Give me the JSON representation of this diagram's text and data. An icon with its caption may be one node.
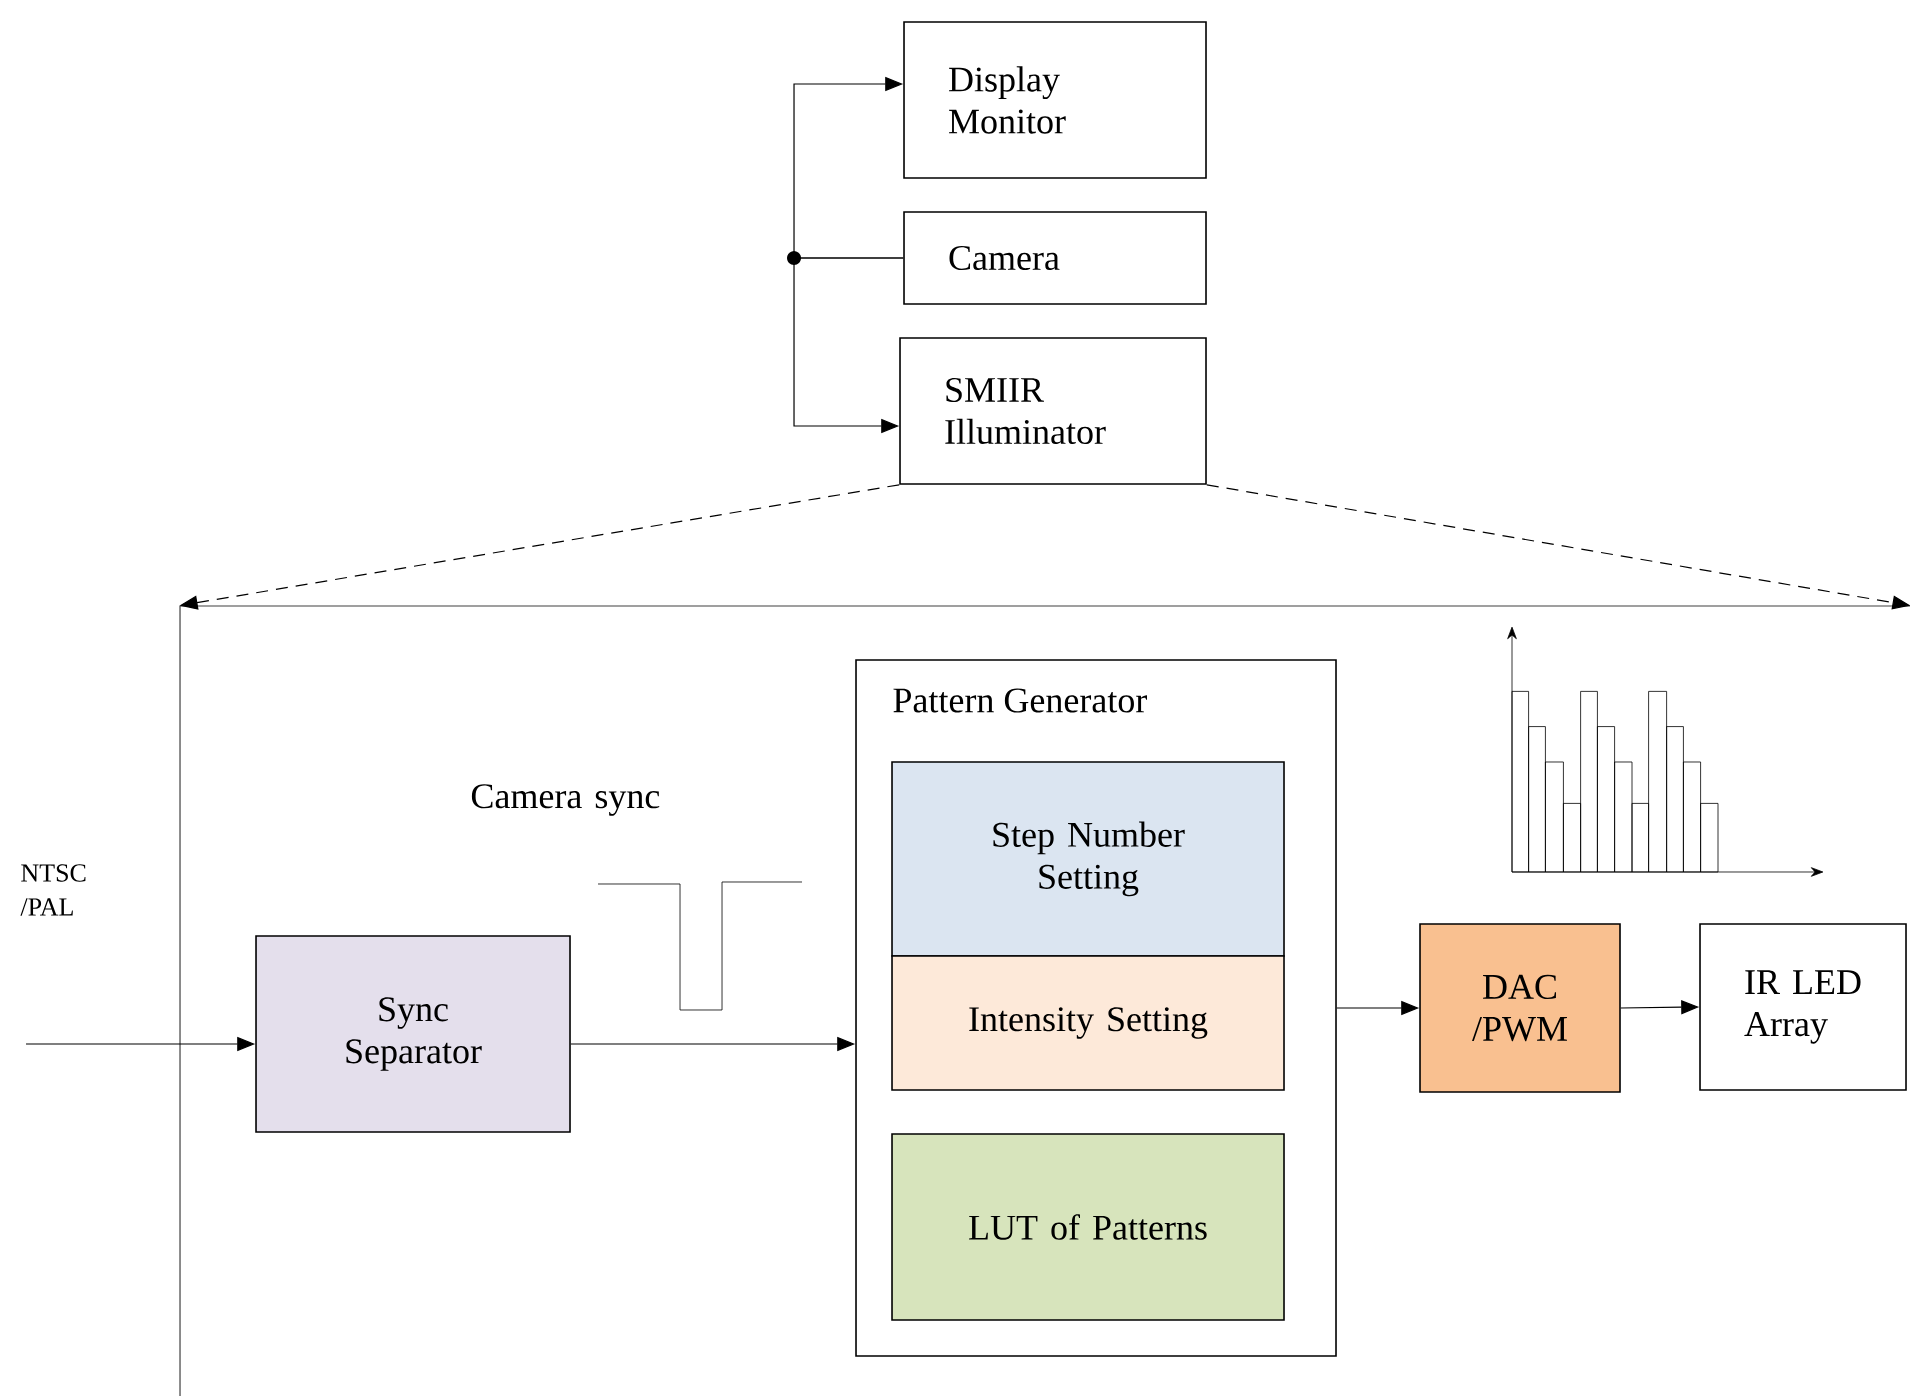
{
  "diagram": {
    "nodes": [
      {
        "text": [
          "Display Monitor"
        ]
      },
      {
        "text": [
          "Camera"
        ]
      },
      {
        "text": [
          "SMIIR Illuminator"
        ]
      },
      {
        "text": [],
        "shape": "box"
      },
      {
        "text": [
          "Sync Separator"
        ],
        "in": 3
      },
      {
        "text": [
          "Pattern Generator"
        ],
        "in": 3
      },
      {
        "text": [
          "Step Number Setting"
        ],
        "in": 5
      },
      {
        "text": [
          "Intensity Setting"
        ],
        "in": 5
      },
      {
        "text": [
          "LUT of Patterns"
        ],
        "in": 5
      },
      {
        "text": [
          "DAC /PWM"
        ],
        "in": 3
      },
      {
        "text": [
          "IR LED Array"
        ],
        "in": 3
      }
    ],
    "edges": [
      {
        "from": 1,
        "to": 0,
        "arrow": "to"
      },
      {
        "from": 1,
        "to": 2,
        "arrow": "to"
      },
      {
        "from": 2,
        "to": 3,
        "arrow": "to",
        "style": "dashed"
      },
      {
        "from": 2,
        "to": 3,
        "arrow": "to",
        "style": "dashed"
      },
      {
        "from": null,
        "to": 4,
        "arrow": "to"
      },
      {
        "from": 4,
        "to": 5,
        "arrow": "to"
      },
      {
        "from": 5,
        "to": 9,
        "arrow": "to"
      },
      {
        "from": 9,
        "to": 10,
        "arrow": "to"
      }
    ],
    "labels": [
      "Camera sync",
      "NTSC /PAL"
    ]
  }
}
